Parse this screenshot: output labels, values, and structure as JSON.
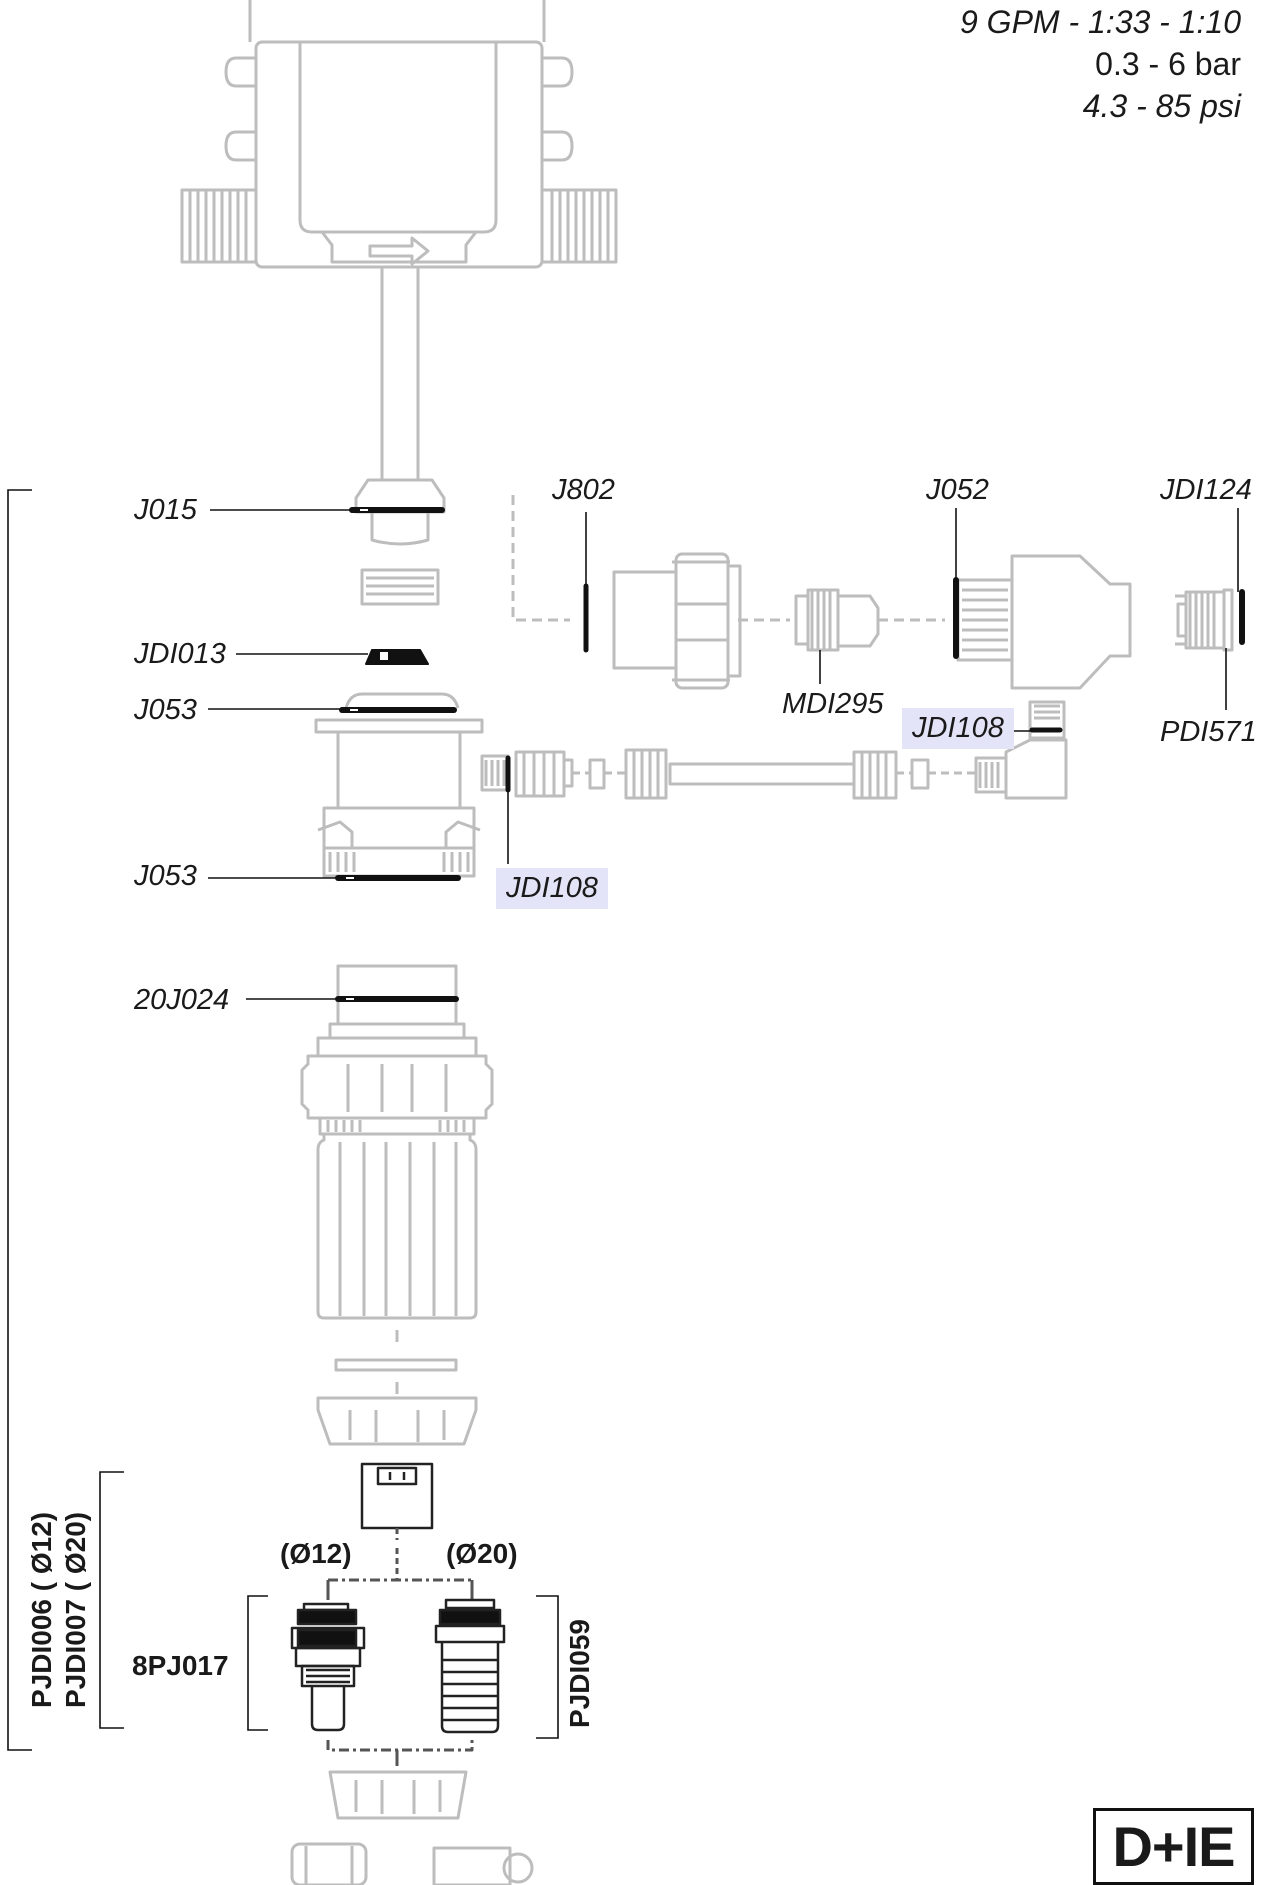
{
  "specs": {
    "flow": "9 GPM - 1:33 - 1:10",
    "bar": "0.3  -  6 bar",
    "psi": "4.3 - 85 psi"
  },
  "labels": {
    "j015": "J015",
    "j802": "J802",
    "j052": "J052",
    "jdi124": "JDI124",
    "jdi013": "JDI013",
    "j053_top": "J053",
    "mdi295": "MDI295",
    "jdi108_right": "JDI108",
    "pdi571": "PDI571",
    "j053_bottom": "J053",
    "jdi108_left": "JDI108",
    "j20j024": "20J024",
    "d12": "(Ø12)",
    "d20": "(Ø20)",
    "pj017": "8PJ017",
    "pjdi006": "PJDI006 ( Ø12)",
    "pjdi007": "PJDI007 ( Ø20)",
    "pjdi059": "PJDI059"
  },
  "badge": "D+IE"
}
